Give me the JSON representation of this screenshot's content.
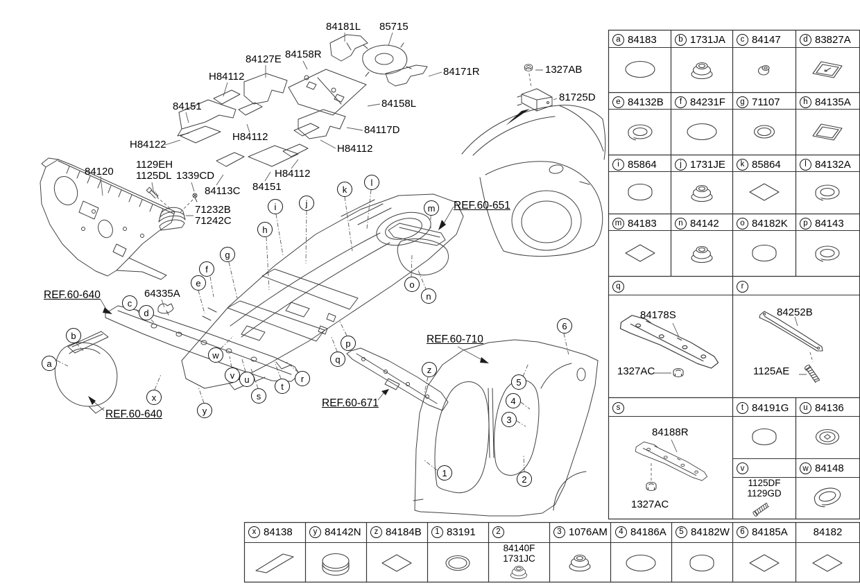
{
  "diagram": {
    "labels": [
      "84181L",
      "85715",
      "84127E",
      "84158R",
      "84171R",
      "H84112",
      "84151",
      "84158L",
      "84117D",
      "H84122",
      "H84112",
      "H84112",
      "H84112",
      "84113C",
      "84151",
      "84120",
      "1129EH",
      "1125DL",
      "1339CD",
      "71232B",
      "71242C",
      "64335A",
      "1327AB",
      "81725D"
    ],
    "refs": [
      "REF.60-640",
      "REF.60-640",
      "REF.60-651",
      "REF.60-710",
      "REF.60-671"
    ],
    "callouts": [
      "a",
      "b",
      "c",
      "d",
      "e",
      "f",
      "g",
      "h",
      "i",
      "j",
      "k",
      "l",
      "m",
      "n",
      "o",
      "p",
      "q",
      "r",
      "s",
      "t",
      "u",
      "v",
      "w",
      "x",
      "y",
      "z",
      "1",
      "2",
      "3",
      "4",
      "5",
      "6"
    ]
  },
  "table": {
    "cells": [
      {
        "label": "a",
        "part": "84183",
        "icon": "ellipse-pad-icon"
      },
      {
        "label": "b",
        "part": "1731JA",
        "icon": "grommet-icon"
      },
      {
        "label": "c",
        "part": "84147",
        "icon": "small-grommet-icon"
      },
      {
        "label": "d",
        "part": "83827A",
        "icon": "tray-arrow-icon"
      },
      {
        "label": "e",
        "part": "84132B",
        "icon": "ring-grommet-icon"
      },
      {
        "label": "f",
        "part": "84231F",
        "icon": "ellipse-pad-icon"
      },
      {
        "label": "g",
        "part": "71107",
        "icon": "ring-icon"
      },
      {
        "label": "h",
        "part": "84135A",
        "icon": "tray-icon"
      },
      {
        "label": "i",
        "part": "85864",
        "icon": "disc-icon"
      },
      {
        "label": "j",
        "part": "1731JE",
        "icon": "grommet-icon"
      },
      {
        "label": "k",
        "part": "85864",
        "icon": "diamond-pad-icon"
      },
      {
        "label": "l",
        "part": "84132A",
        "icon": "ring-grommet-icon"
      },
      {
        "label": "m",
        "part": "84183",
        "icon": "diamond-pad-icon"
      },
      {
        "label": "n",
        "part": "84142",
        "icon": "grommet-icon"
      },
      {
        "label": "o",
        "part": "84182K",
        "icon": "disc-icon"
      },
      {
        "label": "p",
        "part": "84143",
        "icon": "ring-grommet-icon"
      }
    ],
    "q": {
      "label": "q",
      "part": "84178S",
      "fastener": "1327AC"
    },
    "r": {
      "label": "r",
      "part": "84252B",
      "fastener": "1125AE"
    },
    "s": {
      "label": "s",
      "part": "84188R",
      "fastener": "1327AC"
    },
    "t": {
      "label": "t",
      "part": "84191G",
      "icon": "disc-icon"
    },
    "u": {
      "label": "u",
      "part": "84136",
      "icon": "cross-grommet-icon"
    },
    "v": {
      "label": "v",
      "part_line1": "1125DF",
      "part_line2": "1129GD",
      "icon": "bolt-icon"
    },
    "w": {
      "label": "w",
      "part": "84148",
      "icon": "oval-grommet-icon"
    },
    "bottom": [
      {
        "label": "x",
        "part": "84138",
        "icon": "strip-pad-icon"
      },
      {
        "label": "y",
        "part": "84142N",
        "icon": "pad-stack-icon"
      },
      {
        "label": "z",
        "part": "84184B",
        "icon": "diamond-pad-icon"
      },
      {
        "label": "1",
        "part": "83191",
        "icon": "ring-icon"
      },
      {
        "label": "2",
        "part": "",
        "line1": "84140F",
        "line2": "1731JC",
        "icon": "grommet-icon"
      },
      {
        "label": "3",
        "part": "1076AM",
        "icon": "grommet-icon"
      },
      {
        "label": "4",
        "part": "84186A",
        "icon": "ellipse-pad-icon"
      },
      {
        "label": "5",
        "part": "84182W",
        "icon": "disc-icon"
      },
      {
        "label": "6",
        "part": "84185A",
        "icon": "diamond-pad-icon"
      },
      {
        "label": "",
        "part": "84182",
        "icon": "diamond-pad-icon"
      }
    ]
  }
}
